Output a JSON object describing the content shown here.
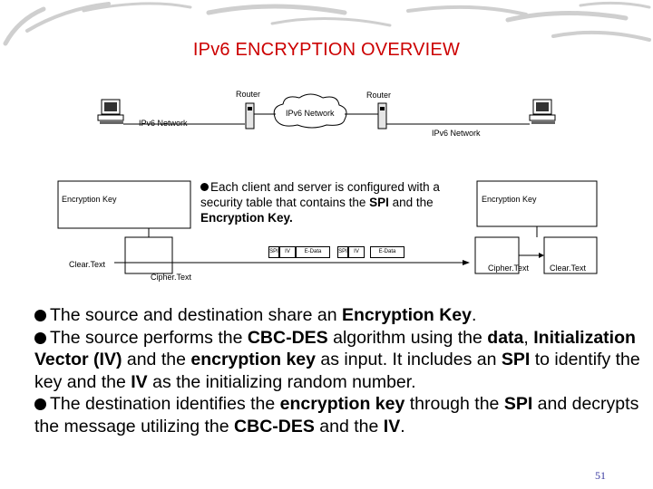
{
  "title": "IPv6 ENCRYPTION OVERVIEW",
  "diagram": {
    "router_left": "Router",
    "router_right": "Router",
    "cloud_label": "IPv6 Network",
    "net_left": "IPv6 Network",
    "net_right": "IPv6 Network",
    "enc_key_left": "Encryption Key",
    "enc_key_right": "Encryption Key",
    "clear_left": "Clear.Text",
    "cipher_left": "Cipher.Text",
    "cipher_right": "Cipher.Text",
    "clear_right": "Clear.Text",
    "packet": {
      "spi1": "SPI",
      "iv1": "IV",
      "edata1": "E-Data",
      "spi2": "SPI",
      "iv2": "IV",
      "edata2": "E-Data"
    },
    "note": {
      "p1": "Each client and server is configured with a security table that contains the ",
      "spi": "SPI",
      "p2": " and the ",
      "enc_key": "Encryption Key."
    }
  },
  "body": {
    "b1": {
      "t1": "The source and destination share an ",
      "k1": "Encryption Key",
      "t2": "."
    },
    "b2": {
      "t1": "The source performs the ",
      "k1": "CBC-DES",
      "t2": " algorithm using the ",
      "k2": "data",
      "t3": ", ",
      "k3": "Initialization Vector (IV)",
      "t4": " and the ",
      "k4": "encryption key",
      "t5": " as input. It includes an ",
      "k5": "SPI",
      "t6": " to identify the  key and the ",
      "k6": "IV",
      "t7": " as the initializing random number."
    },
    "b3": {
      "t1": "The destination identifies the ",
      "k1": "encryption key",
      "t2": " through the ",
      "k2": "SPI",
      "t3": " and decrypts the message utilizing the ",
      "k3": "CBC-DES",
      "t4": " and the ",
      "k4": "IV",
      "t5": "."
    }
  },
  "page_number": "51",
  "colors": {
    "title": "#cc0000",
    "page_number": "#3a3aa0",
    "decor": "#c8c8c8"
  }
}
